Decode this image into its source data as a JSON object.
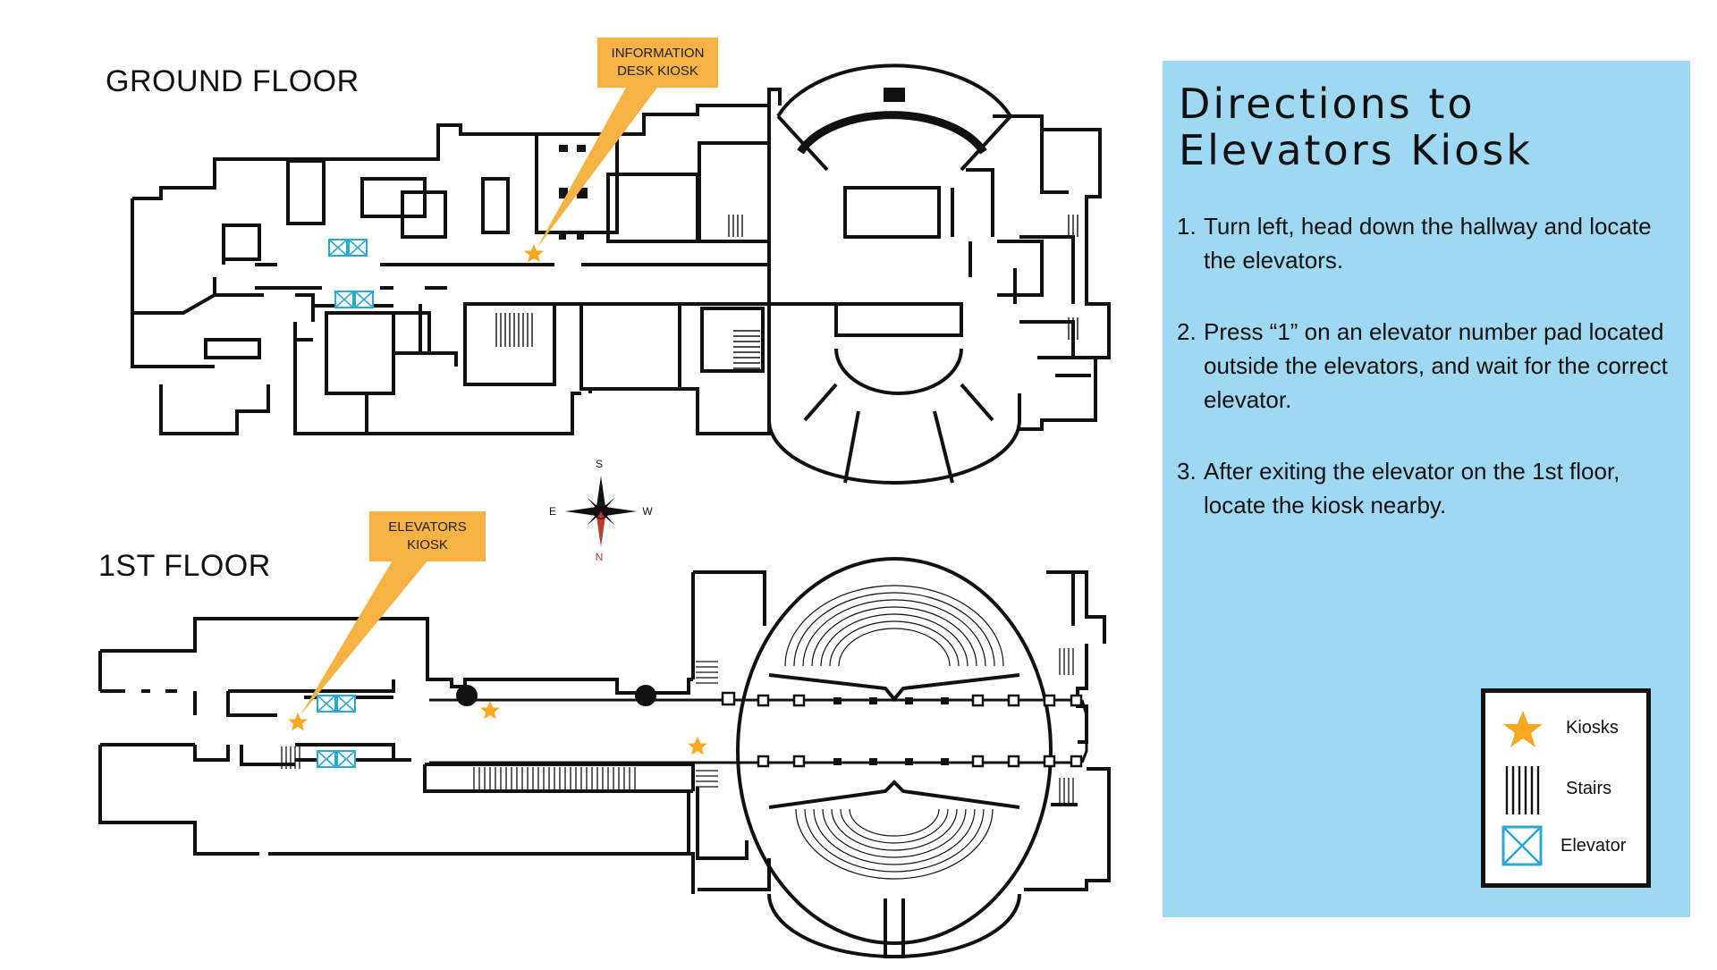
{
  "floors": {
    "ground": {
      "title": "GROUND FLOOR"
    },
    "first": {
      "title": "1ST FLOOR"
    }
  },
  "callouts": {
    "information_desk": {
      "line1": "INFORMATION",
      "line2": "DESK KIOSK"
    },
    "elevators": {
      "line1": "ELEVATORS",
      "line2": "KIOSK"
    }
  },
  "compass": {
    "n": "N",
    "s": "S",
    "e": "E",
    "w": "W"
  },
  "directions": {
    "title_line1": "Directions to",
    "title_line2": "Elevators Kiosk",
    "steps": [
      {
        "number": "1.",
        "text": "Turn left, head down the hallway and locate the elevators."
      },
      {
        "number": "2.",
        "text": "Press “1” on an elevator number pad located outside the elevators, and wait for the correct elevator."
      },
      {
        "number": "3.",
        "text": "After exiting the elevator on the 1st floor, locate the kiosk nearby."
      }
    ]
  },
  "legend": {
    "kiosks": "Kiosks",
    "stairs": "Stairs",
    "elevator": "Elevator"
  },
  "colors": {
    "kiosk_star": "#f7a823",
    "callout": "#f7b244",
    "elevator": "#2aa7d9",
    "panel": "#9fd9f1",
    "wall": "#111111",
    "compass_north": "#c0392b"
  },
  "icons": [
    "star-icon",
    "stairs-icon",
    "elevator-icon",
    "compass-icon"
  ]
}
